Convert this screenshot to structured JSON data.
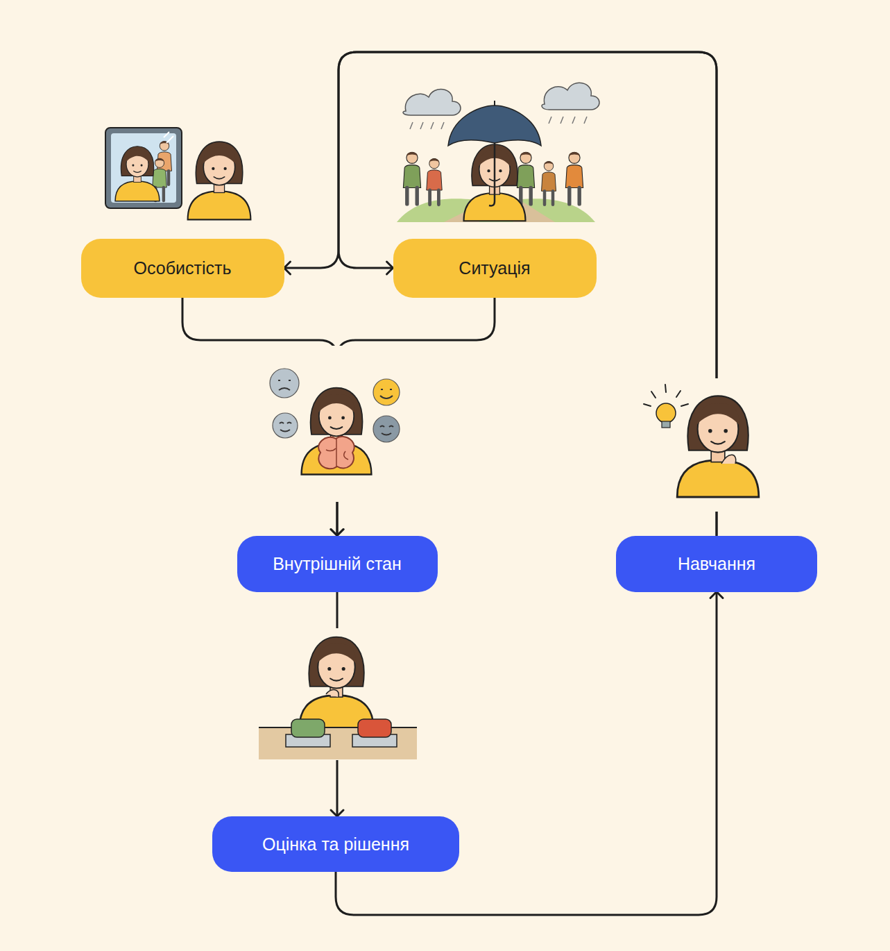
{
  "diagram": {
    "nodes": [
      {
        "text": [
          "Особистість"
        ]
      },
      {
        "text": [
          "Ситуація"
        ]
      },
      {
        "text": [
          "Внутрішній стан"
        ]
      },
      {
        "text": [
          "Оцінка та рішення"
        ]
      },
      {
        "text": [
          "Навчання"
        ]
      }
    ],
    "edges": [
      {
        "from": 4,
        "to": 0,
        "arrow": "to"
      },
      {
        "from": 4,
        "to": 1,
        "arrow": "to"
      },
      {
        "from": 0,
        "to": 2,
        "arrow": "to"
      },
      {
        "from": 1,
        "to": 2,
        "arrow": "to"
      },
      {
        "from": 2,
        "to": 3,
        "arrow": "to"
      },
      {
        "from": 3,
        "to": 4,
        "arrow": "to"
      }
    ]
  }
}
